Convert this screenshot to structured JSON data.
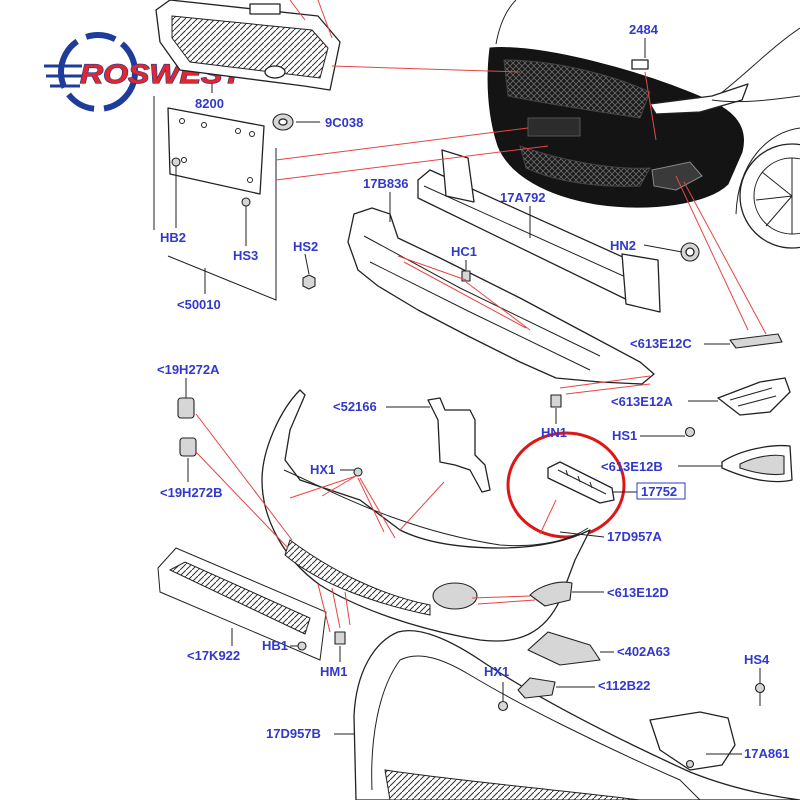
{
  "logo": {
    "text": "ROSWEST"
  },
  "colors": {
    "callout_text": "#3139cc",
    "reference_line": "#e64545",
    "highlight_circle": "#e01515",
    "logo_red": "#e1262c",
    "logo_blue": "#1f3c9c"
  },
  "callouts": [
    "2484",
    "8200",
    "9C038",
    "17B836",
    "17A792",
    "HB2",
    "HS3",
    "HS2",
    "HC1",
    "HN2",
    "<50010",
    "<613E12C",
    "<19H272A",
    "<52166",
    "<613E12A",
    "HN1",
    "HS1",
    "<613E12B",
    "HX1",
    "17752",
    "<19H272B",
    "17D957A",
    "<613E12D",
    "<17K922",
    "HB1",
    "<402A63",
    "HM1",
    "HS4",
    "HX1",
    "<112B22",
    "17D957B",
    "17A861"
  ]
}
